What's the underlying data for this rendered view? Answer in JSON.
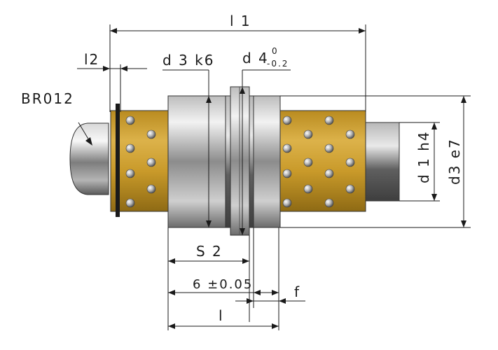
{
  "labels": {
    "l1": "l 1",
    "l2": "l2",
    "d3k6": "d 3  k6",
    "d4": "d 4",
    "d4_upper_tol": "0",
    "d4_lower_tol": "-0.2",
    "br012": "BR012",
    "d1h4": "d 1 h4",
    "d3e7": "d3 e7",
    "s2": "S 2",
    "tol6": "6 ±0.05",
    "f": "f",
    "l": "l"
  },
  "colors": {
    "cage": "#c99a2a",
    "shaft": "#9a9a9a",
    "ring": "#b0b0b0",
    "dimension": "#1a1a1a"
  }
}
